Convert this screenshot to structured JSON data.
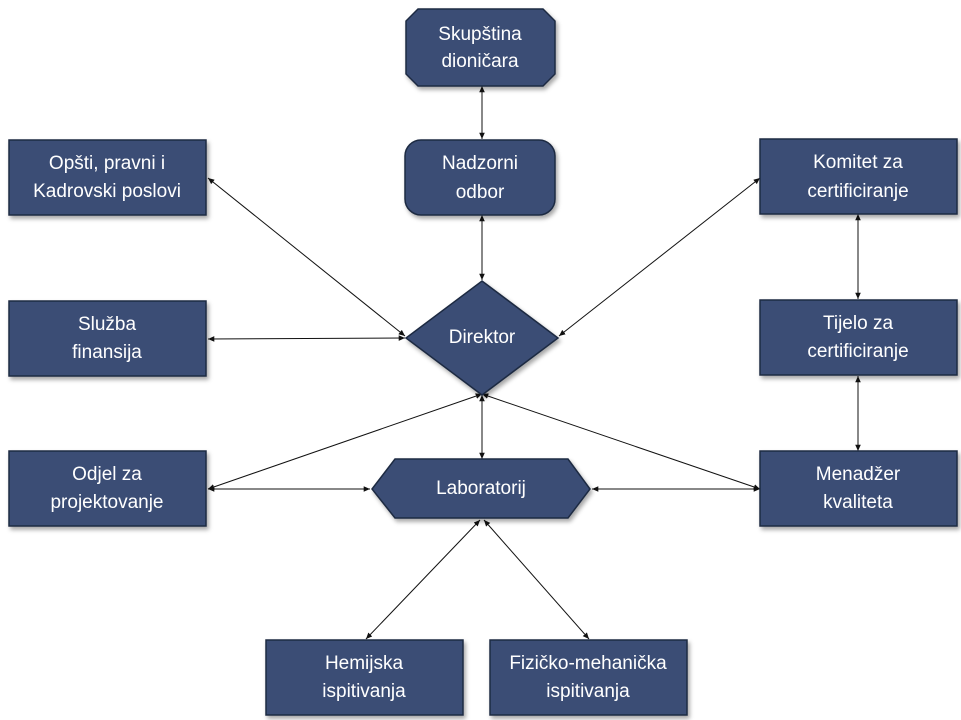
{
  "nodes": {
    "skupstina": {
      "line1": "Skupština",
      "line2": "dioničara"
    },
    "nadzorni": {
      "line1": "Nadzorni",
      "line2": "odbor"
    },
    "opsti": {
      "line1": "Opšti, pravni i",
      "line2": "Kadrovski poslovi"
    },
    "komitet": {
      "line1": "Komitet za",
      "line2": "certificiranje"
    },
    "sluzba": {
      "line1": "Služba",
      "line2": "finansija"
    },
    "direktor": {
      "label": "Direktor"
    },
    "tijelo": {
      "line1": "Tijelo za",
      "line2": "certificiranje"
    },
    "odjel": {
      "line1": "Odjel za",
      "line2": "projektovanje"
    },
    "laboratorij": {
      "label": "Laboratorij"
    },
    "menadzer": {
      "line1": "Menadžer",
      "line2": "kvaliteta"
    },
    "hemijska": {
      "line1": "Hemijska",
      "line2": "ispitivanja"
    },
    "fizicko": {
      "line1": "Fizičko-mehanička",
      "line2": "ispitivanja"
    }
  },
  "colors": {
    "node_fill": "#3b4e74",
    "node_border": "#1e2a42",
    "text": "#ffffff",
    "connector": "#111111"
  }
}
